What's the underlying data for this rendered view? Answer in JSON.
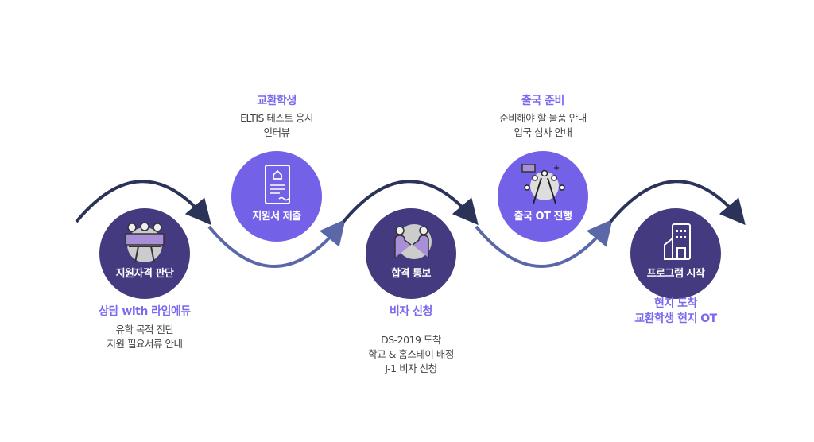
{
  "colors": {
    "dark": "#433a80",
    "light": "#7361e8",
    "arc_dark": "#2b3358",
    "arc_light": "#5a68a8",
    "title": "#7a6af0"
  },
  "steps": [
    {
      "circle_label": "지원자격 판단",
      "icon": "meeting-icon",
      "title": "상담 with 라임에듀",
      "lines": [
        "유학 목적 진단",
        "지원 필요서류 안내"
      ]
    },
    {
      "circle_label": "지원서 제출",
      "icon": "document-icon",
      "title": "교환학생",
      "lines": [
        "ELTIS 테스트 응시",
        "인터뷰"
      ]
    },
    {
      "circle_label": "합격 통보",
      "icon": "handshake-icon",
      "title": "비자 신청",
      "lines": [
        "DS-2019 도착",
        "학교 & 홈스테이 배정",
        "J-1 비자 신청"
      ]
    },
    {
      "circle_label": "출국 OT 진행",
      "icon": "conference-icon",
      "title": "출국 준비",
      "lines": [
        "준비해야 할 물품 안내",
        "입국 심사 안내"
      ]
    },
    {
      "circle_label": "프로그램 시작",
      "icon": "building-icon",
      "title": "현지 도착",
      "lines": [
        "교환학생 현지 OT"
      ]
    }
  ]
}
